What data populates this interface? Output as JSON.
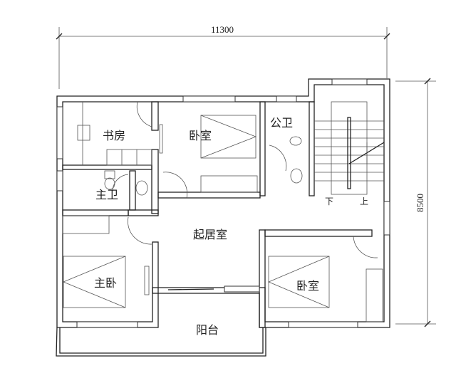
{
  "dimensions": {
    "width": "11300",
    "depth": "8500"
  },
  "rooms": {
    "study": "书房",
    "bedroom_north": "卧室",
    "public_bath": "公卫",
    "master_bath": "主卫",
    "living": "起居室",
    "master_bedroom": "主卧",
    "bedroom_south": "卧室",
    "balcony": "阳台"
  },
  "stairs": {
    "down": "下",
    "up": "上"
  },
  "colors": {
    "line": "#222222",
    "background": "#ffffff"
  }
}
